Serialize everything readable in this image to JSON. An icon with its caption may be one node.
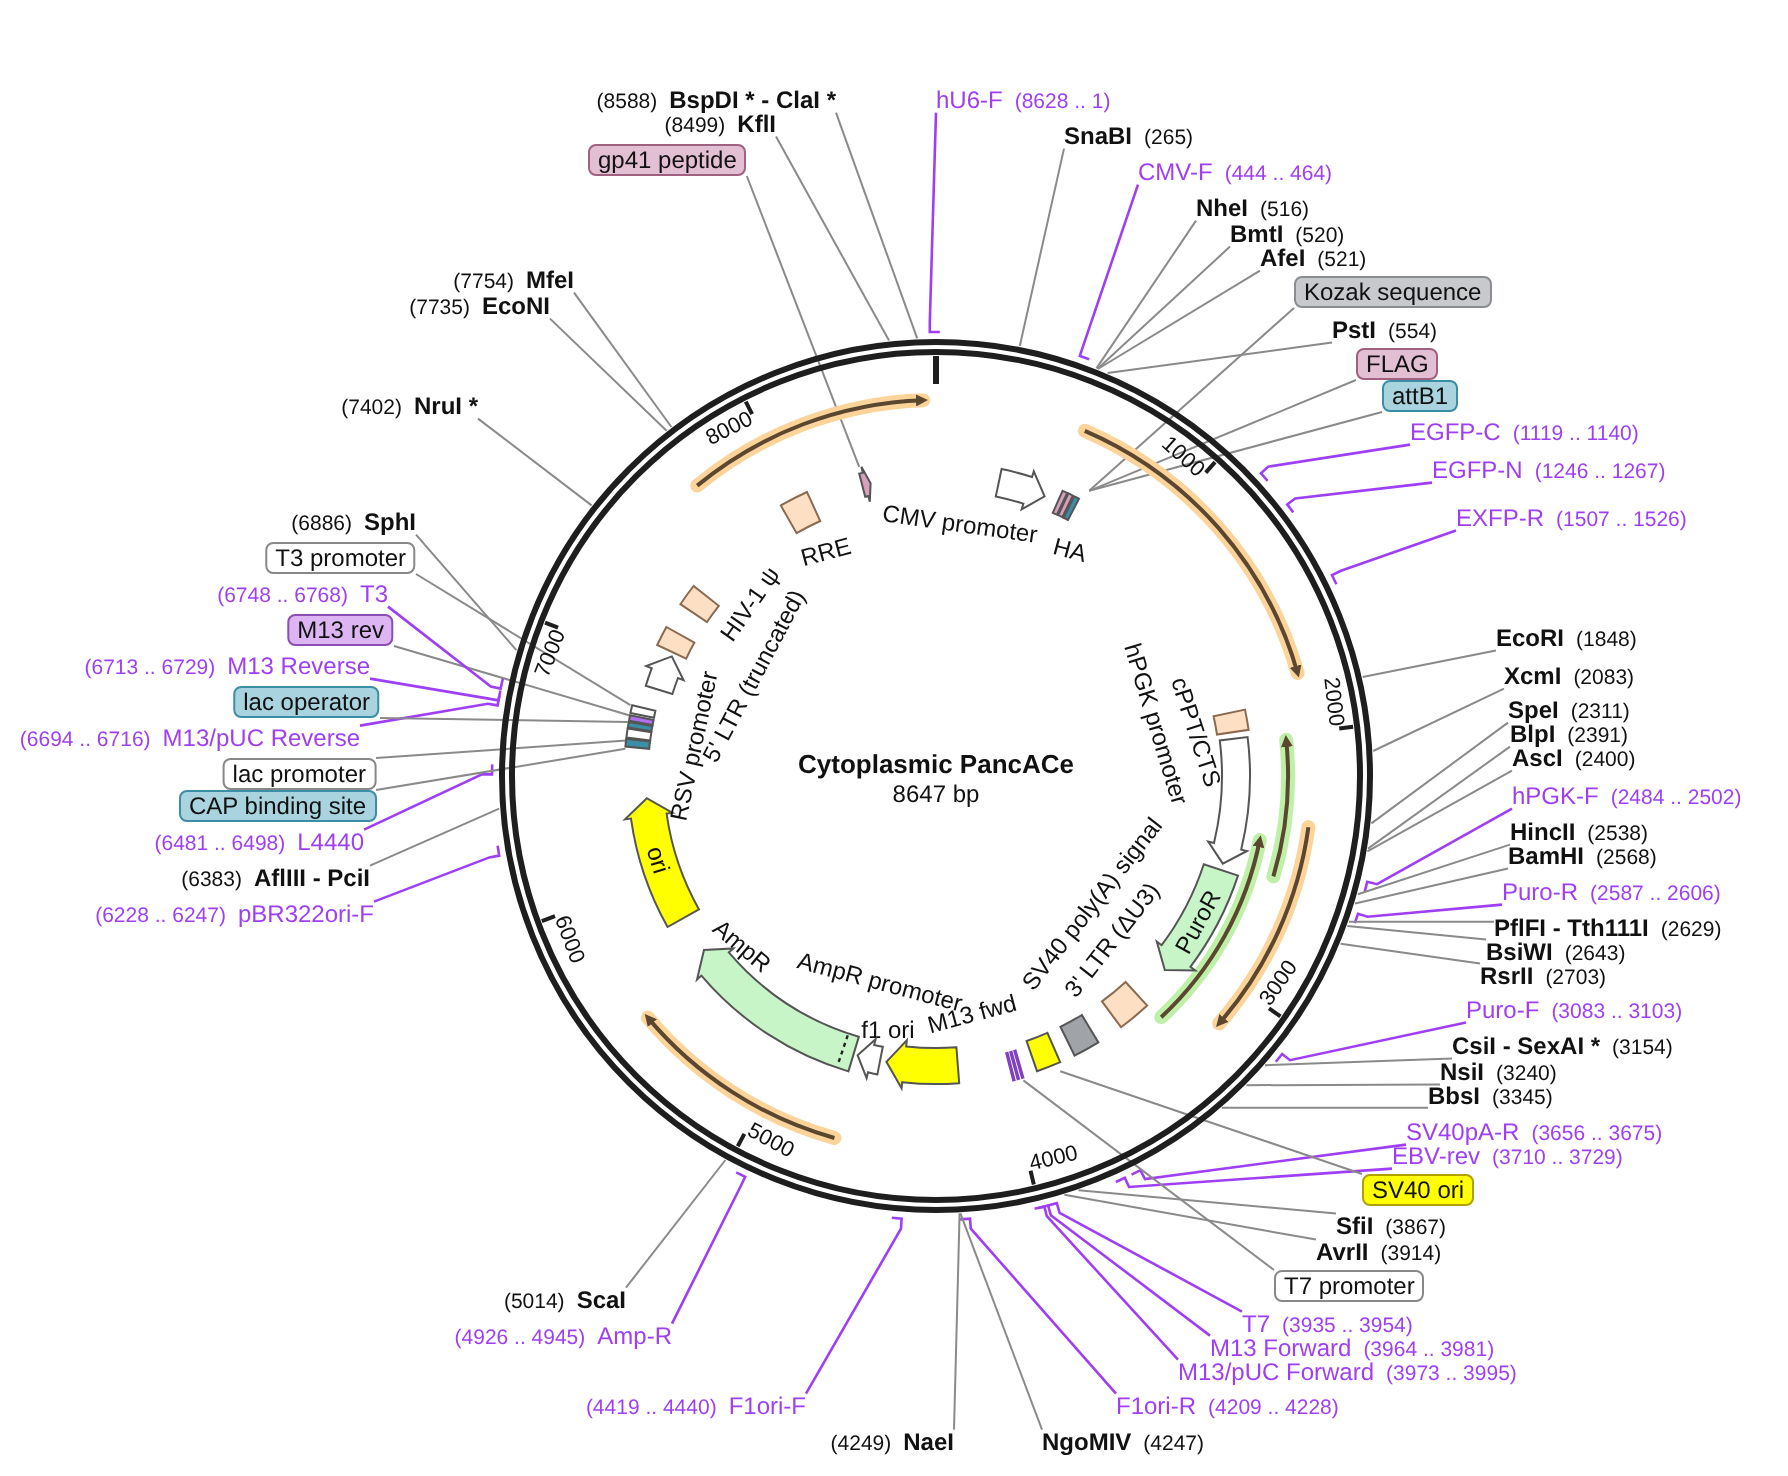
{
  "diagram": {
    "title": "Cytoplasmic PancACe",
    "nodes": [
      {
        "text": [
          "(8588)",
          "BspDI * - ClaI *"
        ]
      },
      {
        "text": [
          "(8499)",
          "KflI"
        ]
      },
      {
        "text": [
          "gp41 peptide"
        ]
      },
      {
        "text": [
          "hU6-F",
          "(8628 .. 1)"
        ]
      },
      {
        "text": [
          "SnaBI",
          "(265)"
        ]
      },
      {
        "text": [
          "CMV-F",
          "(444 .. 464)"
        ]
      },
      {
        "text": [
          "NheI",
          "(516)"
        ]
      },
      {
        "text": [
          "BmtI",
          "(520)"
        ]
      },
      {
        "text": [
          "AfeI",
          "(521)"
        ]
      },
      {
        "text": [
          "Kozak sequence"
        ]
      },
      {
        "text": [
          "PstI",
          "(554)"
        ]
      },
      {
        "text": [
          "FLAG"
        ]
      },
      {
        "text": [
          "attB1"
        ]
      },
      {
        "text": [
          "EGFP-C",
          "(1119 .. 1140)"
        ]
      },
      {
        "text": [
          "EGFP-N",
          "(1246 .. 1267)"
        ]
      },
      {
        "text": [
          "EXFP-R",
          "(1507 .. 1526)"
        ]
      },
      {
        "text": [
          "EcoRI",
          "(1848)"
        ]
      },
      {
        "text": [
          "XcmI",
          "(2083)"
        ]
      },
      {
        "text": [
          "SpeI",
          "(2311)"
        ]
      },
      {
        "text": [
          "BlpI",
          "(2391)"
        ]
      },
      {
        "text": [
          "AscI",
          "(2400)"
        ]
      },
      {
        "text": [
          "hPGK-F",
          "(2484 .. 2502)"
        ]
      },
      {
        "text": [
          "HincII",
          "(2538)"
        ]
      },
      {
        "text": [
          "BamHI",
          "(2568)"
        ]
      },
      {
        "text": [
          "Puro-R",
          "(2587 .. 2606)"
        ]
      },
      {
        "text": [
          "PflFI - Tth111I",
          "(2629)"
        ]
      },
      {
        "text": [
          "BsiWI",
          "(2643)"
        ]
      },
      {
        "text": [
          "RsrII",
          "(2703)"
        ]
      },
      {
        "text": [
          "Puro-F",
          "(3083 .. 3103)"
        ]
      },
      {
        "text": [
          "CsiI - SexAI *",
          "(3154)"
        ]
      },
      {
        "text": [
          "NsiI",
          "(3240)"
        ]
      },
      {
        "text": [
          "BbsI",
          "(3345)"
        ]
      },
      {
        "text": [
          "SV40pA-R",
          "(3656 .. 3675)"
        ]
      },
      {
        "text": [
          "EBV-rev",
          "(3710 .. 3729)"
        ]
      },
      {
        "text": [
          "SV40 ori"
        ]
      },
      {
        "text": [
          "SfiI",
          "(3867)"
        ]
      },
      {
        "text": [
          "AvrII",
          "(3914)"
        ]
      },
      {
        "text": [
          "T7 promoter"
        ]
      },
      {
        "text": [
          "T7",
          "(3935 .. 3954)"
        ]
      },
      {
        "text": [
          "M13 Forward",
          "(3964 .. 3981)"
        ]
      },
      {
        "text": [
          "M13/pUC Forward",
          "(3973 .. 3995)"
        ]
      },
      {
        "text": [
          "F1ori-R",
          "(4209 .. 4228)"
        ]
      },
      {
        "text": [
          "(4249)",
          "NaeI"
        ]
      },
      {
        "text": [
          "NgoMIV",
          "(4247)"
        ]
      },
      {
        "text": [
          "(4419 .. 4440)",
          "F1ori-F"
        ]
      },
      {
        "text": [
          "(4926 .. 4945)",
          "Amp-R"
        ]
      },
      {
        "text": [
          "(5014)",
          "ScaI"
        ]
      },
      {
        "text": [
          "(6228 .. 6247)",
          "pBR322ori-F"
        ]
      },
      {
        "text": [
          "(6383)",
          "AflIII - PciI"
        ]
      },
      {
        "text": [
          "(6481 .. 6498)",
          "L4440"
        ]
      },
      {
        "text": [
          "CAP binding site"
        ]
      },
      {
        "text": [
          "lac promoter"
        ]
      },
      {
        "text": [
          "(6694 .. 6716)",
          "M13/pUC Reverse"
        ]
      },
      {
        "text": [
          "lac operator"
        ]
      },
      {
        "text": [
          "(6713 .. 6729)",
          "M13 Reverse"
        ]
      },
      {
        "text": [
          "M13 rev"
        ]
      },
      {
        "text": [
          "(6748 .. 6768)",
          "T3"
        ]
      },
      {
        "text": [
          "T3 promoter"
        ]
      },
      {
        "text": [
          "(6886)",
          "SphI"
        ]
      },
      {
        "text": [
          "(7402)",
          "NruI *"
        ]
      },
      {
        "text": [
          "(7735)",
          "EcoNI"
        ]
      },
      {
        "text": [
          "(7754)",
          "MfeI"
        ]
      },
      {
        "text": [
          "CMV promoter"
        ]
      },
      {
        "text": [
          "HA"
        ]
      },
      {
        "text": [
          "cPPT/CTS"
        ]
      },
      {
        "text": [
          "hPGK promoter"
        ]
      },
      {
        "text": [
          "PuroR"
        ]
      },
      {
        "text": [
          "SV40 poly(A) signal",
          "3' LTR (ΔU3)"
        ]
      },
      {
        "text": [
          "M13 fwd"
        ]
      },
      {
        "text": [
          "f1 ori"
        ]
      },
      {
        "text": [
          "AmpR promoter"
        ]
      },
      {
        "text": [
          "AmpR"
        ]
      },
      {
        "text": [
          "ori"
        ]
      },
      {
        "text": [
          "RSV promoter"
        ]
      },
      {
        "text": [
          "5' LTR (truncated)"
        ]
      },
      {
        "text": [
          "HIV-1 ψ"
        ]
      },
      {
        "text": [
          "RRE"
        ]
      },
      {
        "text": [],
        "shape": "box"
      },
      {
        "text": [],
        "shape": "box"
      },
      {
        "text": [],
        "shape": "box"
      },
      {
        "text": [],
        "shape": "box"
      },
      {
        "text": [],
        "shape": "box"
      },
      {
        "text": [],
        "shape": "box"
      },
      {
        "text": [],
        "shape": "box"
      },
      {
        "text": [],
        "shape": "box"
      }
    ],
    "edges": [
      {
        "from": 0,
        "to": null,
        "arrow": "none"
      },
      {
        "from": 1,
        "to": null,
        "arrow": "none"
      },
      {
        "from": 2,
        "to": 82,
        "arrow": "none"
      },
      {
        "from": 3,
        "to": null,
        "arrow": "none",
        "color": "#9f3ff5"
      },
      {
        "from": 4,
        "to": null,
        "arrow": "none"
      },
      {
        "from": 5,
        "to": null,
        "arrow": "none",
        "color": "#9f3ff5"
      },
      {
        "from": 6,
        "to": null,
        "arrow": "none"
      },
      {
        "from": 7,
        "to": null,
        "arrow": "none"
      },
      {
        "from": 8,
        "to": null,
        "arrow": "none"
      },
      {
        "from": 9,
        "to": 63,
        "arrow": "none"
      },
      {
        "from": 10,
        "to": null,
        "arrow": "none"
      },
      {
        "from": 11,
        "to": 63,
        "arrow": "none"
      },
      {
        "from": 12,
        "to": 63,
        "arrow": "none"
      },
      {
        "from": 13,
        "to": null,
        "arrow": "none",
        "color": "#9f3ff5"
      },
      {
        "from": 14,
        "to": null,
        "arrow": "none",
        "color": "#9f3ff5"
      },
      {
        "from": 15,
        "to": null,
        "arrow": "none",
        "color": "#9f3ff5"
      },
      {
        "from": 16,
        "to": null,
        "arrow": "none"
      },
      {
        "from": 17,
        "to": null,
        "arrow": "none"
      },
      {
        "from": 18,
        "to": null,
        "arrow": "none"
      },
      {
        "from": 19,
        "to": null,
        "arrow": "none"
      },
      {
        "from": 20,
        "to": null,
        "arrow": "none"
      },
      {
        "from": 21,
        "to": null,
        "arrow": "none",
        "color": "#9f3ff5"
      },
      {
        "from": 22,
        "to": null,
        "arrow": "none"
      },
      {
        "from": 23,
        "to": null,
        "arrow": "none"
      },
      {
        "from": 24,
        "to": null,
        "arrow": "none",
        "color": "#9f3ff5"
      },
      {
        "from": 25,
        "to": null,
        "arrow": "none"
      },
      {
        "from": 26,
        "to": null,
        "arrow": "none"
      },
      {
        "from": 27,
        "to": null,
        "arrow": "none"
      },
      {
        "from": 28,
        "to": null,
        "arrow": "none",
        "color": "#9f3ff5"
      },
      {
        "from": 29,
        "to": null,
        "arrow": "none"
      },
      {
        "from": 30,
        "to": null,
        "arrow": "none"
      },
      {
        "from": 31,
        "to": null,
        "arrow": "none"
      },
      {
        "from": 32,
        "to": null,
        "arrow": "none",
        "color": "#9f3ff5"
      },
      {
        "from": 33,
        "to": null,
        "arrow": "none",
        "color": "#9f3ff5"
      },
      {
        "from": 34,
        "to": 83,
        "arrow": "none"
      },
      {
        "from": 35,
        "to": null,
        "arrow": "none"
      },
      {
        "from": 36,
        "to": null,
        "arrow": "none"
      },
      {
        "from": 37,
        "to": 68,
        "arrow": "none"
      },
      {
        "from": 38,
        "to": null,
        "arrow": "none",
        "color": "#9f3ff5"
      },
      {
        "from": 39,
        "to": null,
        "arrow": "none",
        "color": "#9f3ff5"
      },
      {
        "from": 40,
        "to": null,
        "arrow": "none",
        "color": "#9f3ff5"
      },
      {
        "from": 41,
        "to": null,
        "arrow": "none",
        "color": "#9f3ff5"
      },
      {
        "from": 42,
        "to": null,
        "arrow": "none"
      },
      {
        "from": 43,
        "to": null,
        "arrow": "none"
      },
      {
        "from": 44,
        "to": null,
        "arrow": "none",
        "color": "#9f3ff5"
      },
      {
        "from": 45,
        "to": null,
        "arrow": "none",
        "color": "#9f3ff5"
      },
      {
        "from": 46,
        "to": null,
        "arrow": "none"
      },
      {
        "from": 47,
        "to": null,
        "arrow": "none",
        "color": "#9f3ff5"
      },
      {
        "from": 48,
        "to": null,
        "arrow": "none"
      },
      {
        "from": 49,
        "to": null,
        "arrow": "none",
        "color": "#9f3ff5"
      },
      {
        "from": 50,
        "to": 77,
        "arrow": "none"
      },
      {
        "from": 51,
        "to": 78,
        "arrow": "none"
      },
      {
        "from": 52,
        "to": null,
        "arrow": "none",
        "color": "#9f3ff5"
      },
      {
        "from": 53,
        "to": 79,
        "arrow": "none"
      },
      {
        "from": 54,
        "to": null,
        "arrow": "none",
        "color": "#9f3ff5"
      },
      {
        "from": 55,
        "to": 80,
        "arrow": "none"
      },
      {
        "from": 56,
        "to": null,
        "arrow": "none",
        "color": "#9f3ff5"
      },
      {
        "from": 57,
        "to": 81,
        "arrow": "none"
      },
      {
        "from": 58,
        "to": null,
        "arrow": "none"
      },
      {
        "from": 59,
        "to": null,
        "arrow": "none"
      },
      {
        "from": 60,
        "to": null,
        "arrow": "none"
      },
      {
        "from": 61,
        "to": null,
        "arrow": "none"
      }
    ],
    "labels": [
      "1000",
      "2000",
      "3000",
      "4000",
      "5000",
      "6000",
      "7000",
      "8000",
      "8647 bp"
    ]
  }
}
